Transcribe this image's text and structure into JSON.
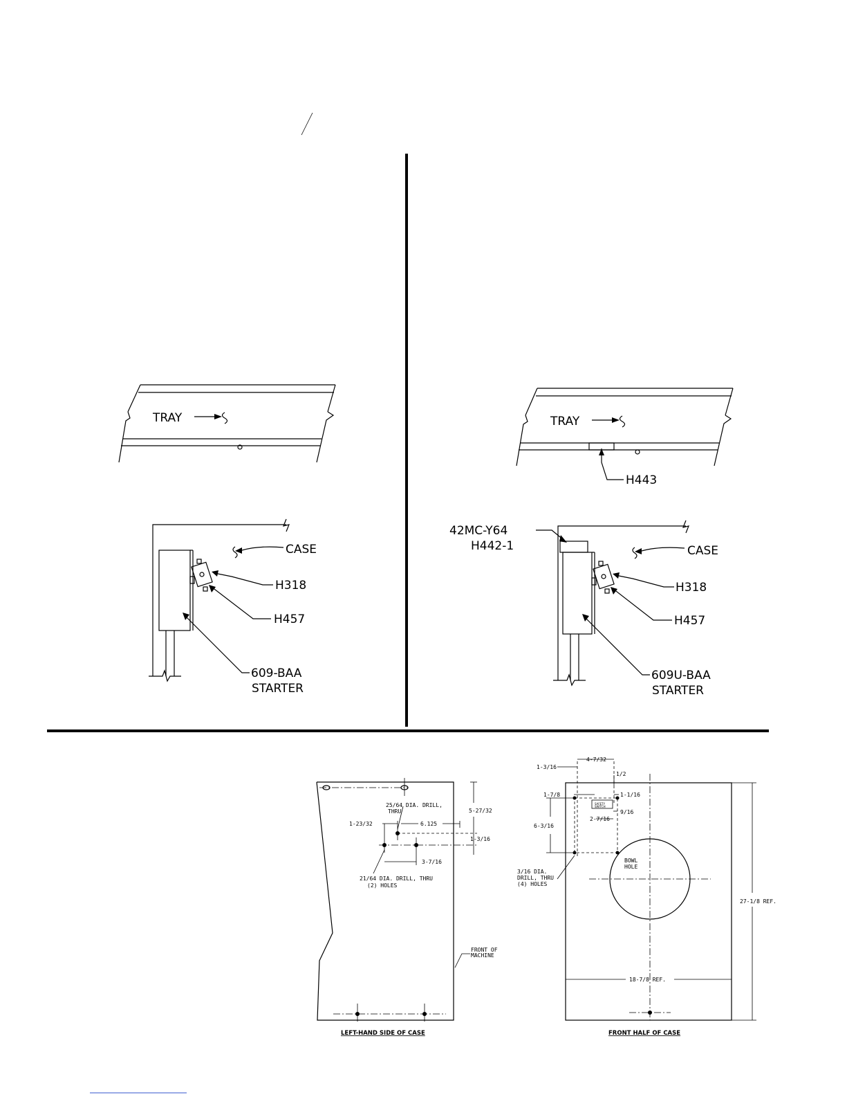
{
  "diagram": {
    "labels": {
      "tray": "TRAY",
      "case": "CASE",
      "h318": "H318",
      "h457": "H457",
      "starter_left_model": "609-BAA",
      "starter_word": "STARTER",
      "h443": "H443",
      "part_42mc": "42MC-Y64",
      "part_h442": "H442-1",
      "starter_right_model": "609U-BAA"
    },
    "dims_left": {
      "d1": "25/64 DIA. DRILL,",
      "d1b": "THRU",
      "d2": "1-23/32",
      "d3": "6.125",
      "d4": "5-27/32",
      "d5": "1-3/16",
      "d6": "3-7/16",
      "d7": "21/64 DIA. DRILL, THRU",
      "d7b": "(2) HOLES",
      "front1": "FRONT OF",
      "front2": "MACHINE",
      "caption": "LEFT-HAND SIDE OF CASE"
    },
    "dims_right": {
      "a": "4-7/32",
      "b": "1-3/16",
      "c": "1/2",
      "d": "1-7/8",
      "e": "1-1/16",
      "f": "9/16",
      "g": "6-3/16",
      "h": "2-7/16",
      "i": "3/16 DIA.",
      "i2": "DRILL, THRU",
      "i3": "(4) HOLES",
      "bowl1": "BOWL",
      "bowl2": "HOLE",
      "ref1": "27-1/8 REF.",
      "ref2": "18-7/8 REF.",
      "ss1": "SAFETY",
      "ss2": "SWITCH",
      "caption": "FRONT HALF OF CASE"
    }
  }
}
